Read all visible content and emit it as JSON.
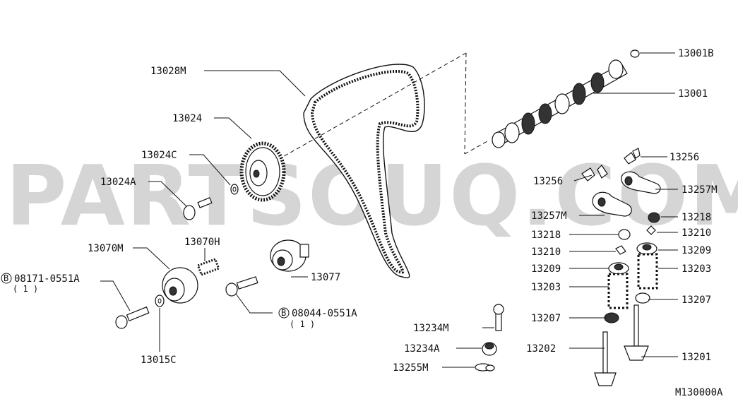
{
  "diagram": {
    "watermark": "PARTSOUQ.COM",
    "figure_code": "M130000A",
    "bolt_marker": "B",
    "labels": {
      "p13001B": "13001B",
      "p13001": "13001",
      "p13028M": "13028M",
      "p13024": "13024",
      "p13024C": "13024C",
      "p13024A": "13024A",
      "p13256a": "13256",
      "p13256b": "13256",
      "p13257Ma": "13257M",
      "p13257Mb": "13257M",
      "p13218a": "13218",
      "p13218b": "13218",
      "p13210a": "13210",
      "p13210b": "13210",
      "p13209a": "13209",
      "p13209b": "13209",
      "p13203a": "13203",
      "p13203b": "13203",
      "p13207a": "13207",
      "p13207b": "13207",
      "p13202": "13202",
      "p13201": "13201",
      "p13070M": "13070M",
      "p13070H": "13070H",
      "p13077": "13077",
      "p08171": "08171-0551A",
      "p08171q": "( 1 )",
      "p08044": "08044-0551A",
      "p08044q": "( 1 )",
      "p13015C": "13015C",
      "p13234M": "13234M",
      "p13234A": "13234A",
      "p13255M": "13255M"
    }
  }
}
